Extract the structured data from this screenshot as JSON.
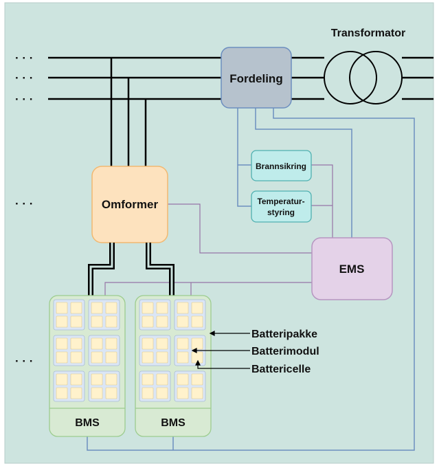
{
  "labels": {
    "transformator": "Transformator",
    "fordeling": "Fordeling",
    "omformer": "Omformer",
    "brannsikring": "Brannsikring",
    "temperaturstyring_line1": "Temperatur-",
    "temperaturstyring_line2": "styring",
    "ems": "EMS",
    "bms_left": "BMS",
    "bms_right": "BMS",
    "batteripakke": "Batteripakke",
    "batterimodul": "Batterimodul",
    "battericelle": "Battericelle",
    "ellipsis": "· · ·"
  },
  "colors": {
    "background": "#cde4df",
    "fordeling_fill": "#b6c2cd",
    "omformer_fill": "#fde2be",
    "omformer_stroke": "#f2b870",
    "aux_fill": "#bfeceb",
    "aux_stroke": "#4fb0b0",
    "ems_fill": "#e4d2e8",
    "ems_stroke": "#b695c0",
    "rack_fill": "#d8ead3",
    "rack_stroke": "#9ccc8e",
    "module_fill": "#dbe6f5",
    "cell_fill": "#fff2cc",
    "power_line": "#000000",
    "comm_blue": "#6c8ebf",
    "comm_purple": "#9673a6"
  }
}
